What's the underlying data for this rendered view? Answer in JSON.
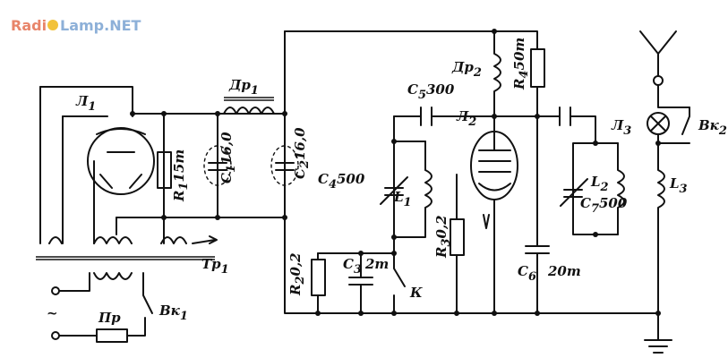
{
  "logo": {
    "part1": "Radi",
    "part2": "Lamp.NET",
    "color1": "#e8856a",
    "color2": "#8db0d8",
    "bulb": "#f2c23a"
  },
  "labels": {
    "L1": "Л",
    "L1s": "1",
    "R1": "R",
    "R1s": "1",
    "R1v": "15m",
    "Dr1": "Др",
    "Dr1s": "1",
    "C1": "С",
    "C1s": "1",
    "C1v": "16,0",
    "C2": "С",
    "C2s": "2",
    "C2v": "16,0",
    "Tr1": "Тр",
    "Tr1s": "1",
    "Vk1": "Вк",
    "Vk1s": "1",
    "Pr": "Пр",
    "tilde": "~",
    "C5": "С",
    "C5s": "5",
    "C5v": "300",
    "C4": "С",
    "C4s": "4",
    "C4v": "500",
    "Ind1": "L",
    "Ind1s": "1",
    "L2": "Л",
    "L2s": "2",
    "Dr2": "Др",
    "Dr2s": "2",
    "R4": "R",
    "R4s": "4",
    "R4v": "50m",
    "R2": "R",
    "R2s": "2",
    "R2v": "0,2",
    "C3": "С",
    "C3s": "3",
    "C3v": "2m",
    "K": "К",
    "R3": "R",
    "R3s": "3",
    "R3v": "0,2",
    "C6": "С",
    "C6s": "6",
    "C6v": "20m",
    "Ind2": "L",
    "Ind2s": "2",
    "C7": "С",
    "C7s": "7",
    "C7v": "500",
    "L3": "Л",
    "L3s": "3",
    "Vk2": "Вк",
    "Vk2s": "2",
    "Ind3": "L",
    "Ind3s": "3"
  }
}
